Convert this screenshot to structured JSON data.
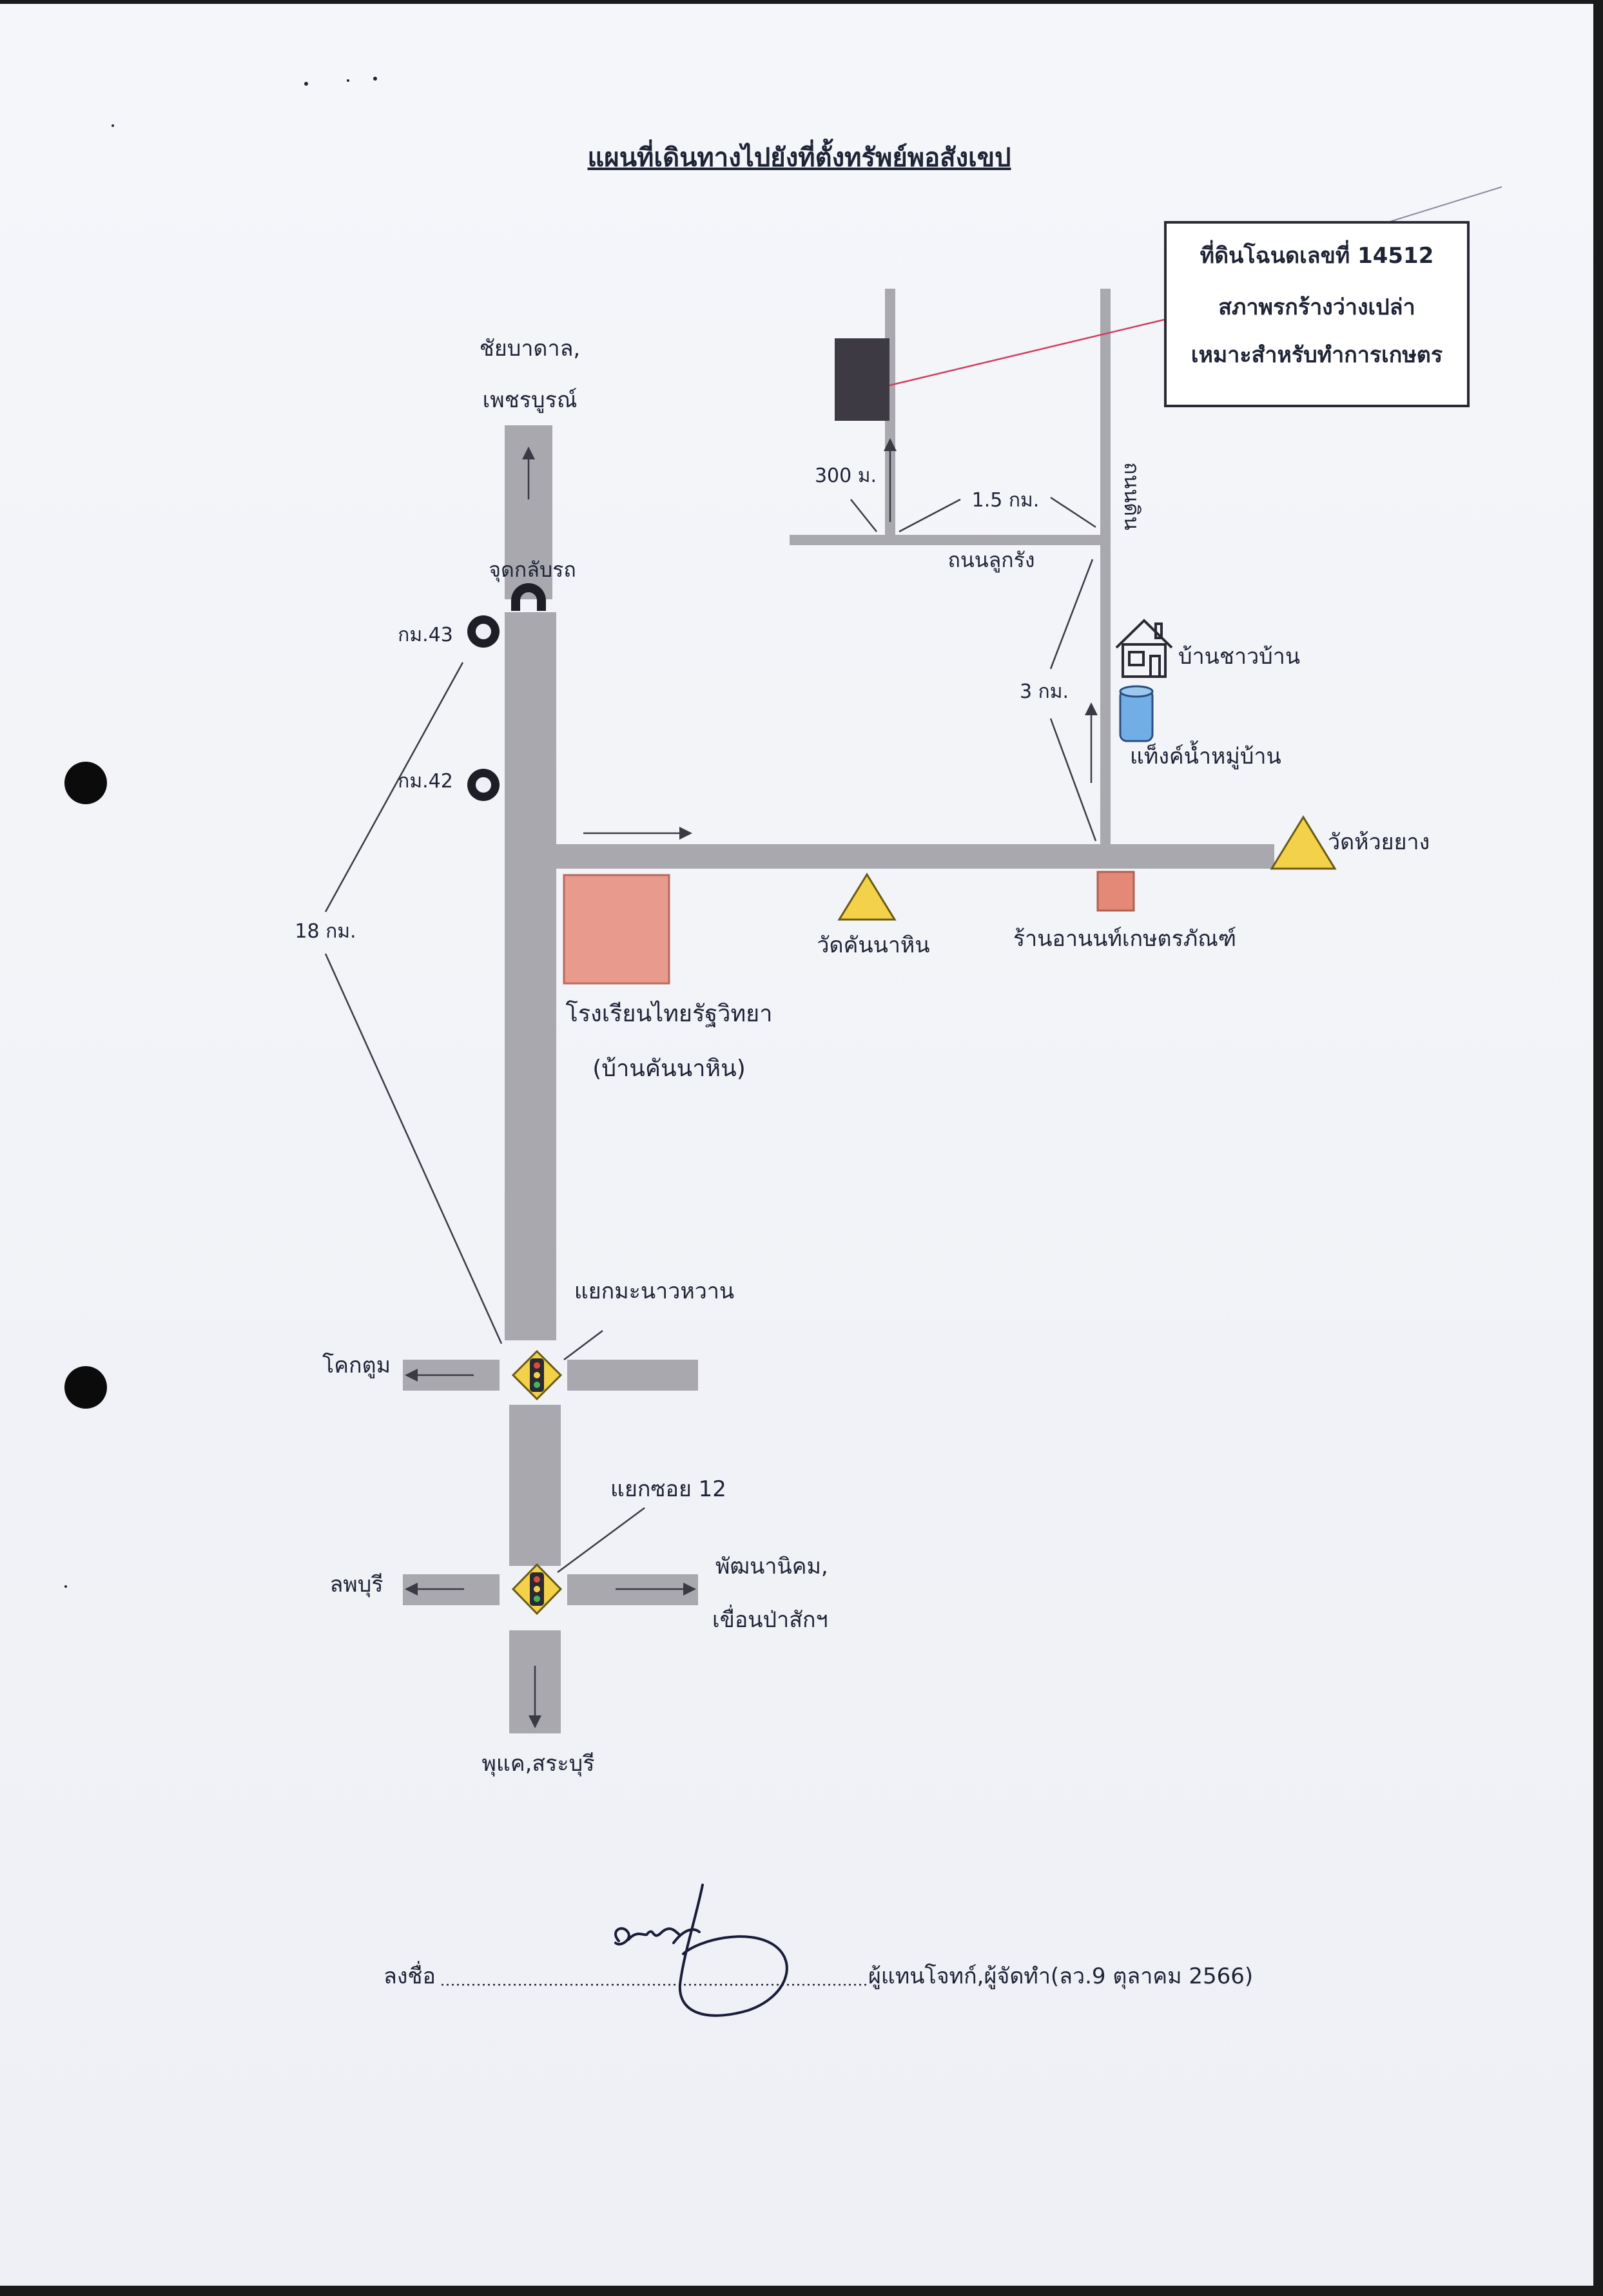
{
  "title": "แผนที่เดินทางไปยังที่ตั้งทรัพย์พอสังเขป",
  "info_box": {
    "line1": "ที่ดินโฉนดเลขที่ 14512",
    "line2": "สภาพรกร้างว่างเปล่า",
    "line3": "เหมาะสำหรับทำการเกษตร"
  },
  "labels": {
    "north_dest_1": "ชัยบาดาล,",
    "north_dest_2": "เพชรบูรณ์",
    "u_turn": "จุดกลับรถ",
    "km43": "กม.43",
    "km42": "กม.42",
    "dist_18km": "18 กม.",
    "dist_300m": "300 ม.",
    "dist_1_5km": "1.5 กม.",
    "road_lukrang": "ถนนลูกรัง",
    "road_dirt": "ถนนดิน",
    "dist_3km": "3 กม.",
    "village_house": "บ้านชาวบ้าน",
    "water_tank": "แท็งค์น้ำหมู่บ้าน",
    "wat_huai_yang": "วัดห้วยยาง",
    "wat_khan_na_hin": "วัดคันนาหิน",
    "shop": "ร้านอานนท์เกษตรภัณฑ์",
    "school_1": "โรงเรียนไทยรัฐวิทยา",
    "school_2": "(บ้านคันนาหิน)",
    "junction_1": "แยกมะนาวหวาน",
    "west_1": "โคกตูม",
    "junction_2": "แยกซอย 12",
    "west_2": "ลพบุรี",
    "east_2a": "พัฒนานิคม,",
    "east_2b": "เขื่อนป่าสักฯ",
    "south_dest": "พุแค,สระบุรี"
  },
  "signature_line": {
    "prefix": "ลงชื่อ",
    "suffix": "ผู้แทนโจทก์,ผู้จัดทำ(ลว.9 ตุลาคม 2566)"
  },
  "icons": {
    "u_turn": "u-turn-icon",
    "km_marker": "km-marker-icon",
    "traffic_light": "traffic-light-icon",
    "temple": "temple-triangle-icon",
    "house": "house-icon",
    "water_tank": "water-tank-icon",
    "signature": "signature-icon"
  },
  "colors": {
    "road": "#a8a8ae",
    "plot": "#3d3a44",
    "school": "#e89a8c",
    "shop": "#e48878",
    "temple": "#f3d24a",
    "tank": "#72aee6",
    "ink": "#1e2336",
    "pointer": "#d04060"
  }
}
